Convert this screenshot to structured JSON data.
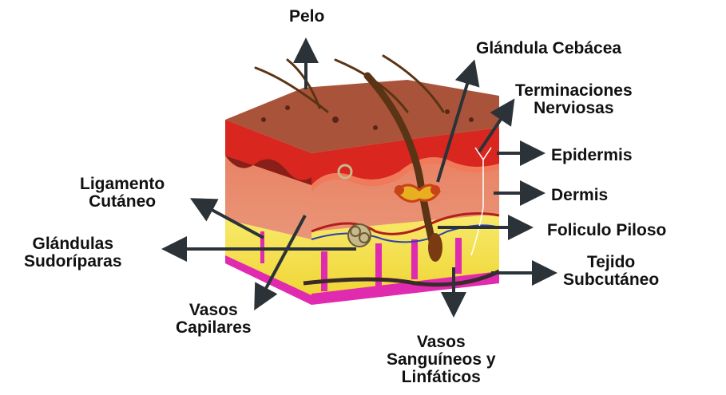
{
  "diagram": {
    "labels": {
      "pelo": "Pelo",
      "glandula_cebacea": "Glándula Cebácea",
      "terminaciones": [
        "Terminaciones",
        "Nerviosas"
      ],
      "epidermis": "Epidermis",
      "dermis": "Dermis",
      "foliculo": "Foliculo Piloso",
      "tejido": [
        "Tejido",
        "Subcutáneo"
      ],
      "ligamento": [
        "Ligamento",
        "Cutáneo"
      ],
      "glandulas_sudoriparas": [
        "Glándulas",
        "Sudoríparas"
      ],
      "vasos_capilares": [
        "Vasos",
        "Capilares"
      ],
      "vasos_sanguineos": [
        "Vasos",
        "Sanguíneos y",
        "Linfáticos"
      ]
    },
    "colors": {
      "arrow": "#2b3338",
      "surface": "#a9543a",
      "epidermis": "#d9261f",
      "dermis": "#e8967a",
      "subcutaneous": "#f4e24a",
      "fat_stripe": "#e02bb0",
      "hair": "#5a3414"
    }
  }
}
